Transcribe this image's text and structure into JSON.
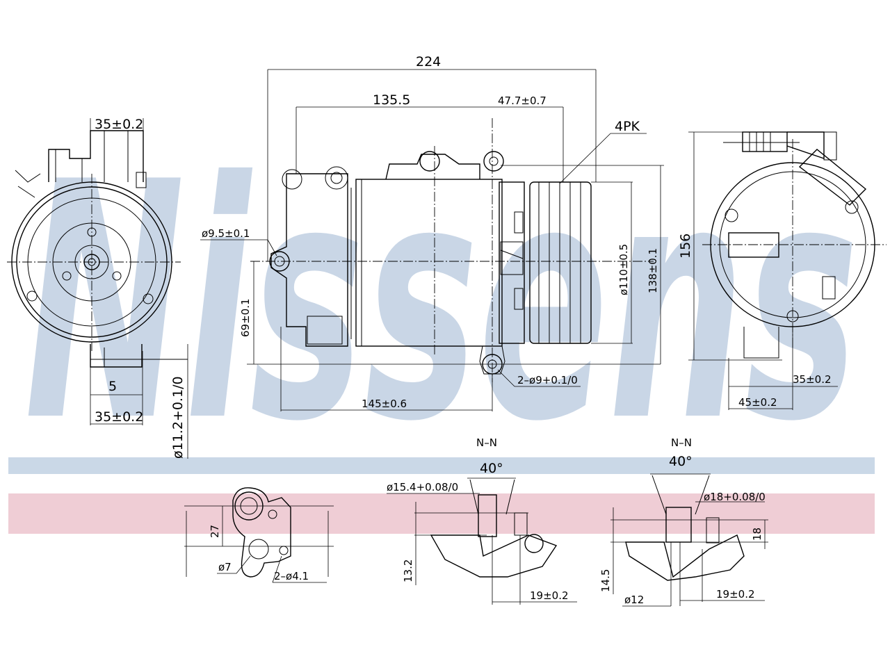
{
  "brand": {
    "watermark": "Nissens",
    "blue": "#c9d6e6",
    "pink": "#efcdd5",
    "blue_band": "#cad8e7"
  },
  "dimensions": {
    "overall_length": "224",
    "center_span": "135.5",
    "ear_offset": "47.7±0.7",
    "belt": "4PK",
    "top_width_left": "35±0.2",
    "mount_hole_dia": "ø9.5±0.1",
    "mount_height": "69±0.1",
    "pulley_dia": "ø110±0.5",
    "body_dia": "138±0.1",
    "height_right": "156",
    "bottom_holes": "2–ø9+0.1/0",
    "bottom_span": "145±0.6",
    "left_5": "5",
    "left_bottom_width": "35±0.2",
    "left_bore": "ø11.2+0.1/0",
    "right_35": "35±0.2",
    "right_45": "45±0.2"
  },
  "details": {
    "port_27": "27",
    "port_d7": "ø7",
    "port_holes": "2–ø4.1",
    "section_a_label": "N–N",
    "section_a_angle": "40°",
    "section_a_bore": "ø15.4+0.08/0",
    "section_a_height": "13.2",
    "section_a_depth": "19±0.2",
    "section_b_label": "N–N",
    "section_b_angle": "40°",
    "section_b_bore": "ø18+0.08/0",
    "section_b_18": "18",
    "section_b_height": "14.5",
    "section_b_d12": "ø12",
    "section_b_depth": "19±0.2"
  }
}
